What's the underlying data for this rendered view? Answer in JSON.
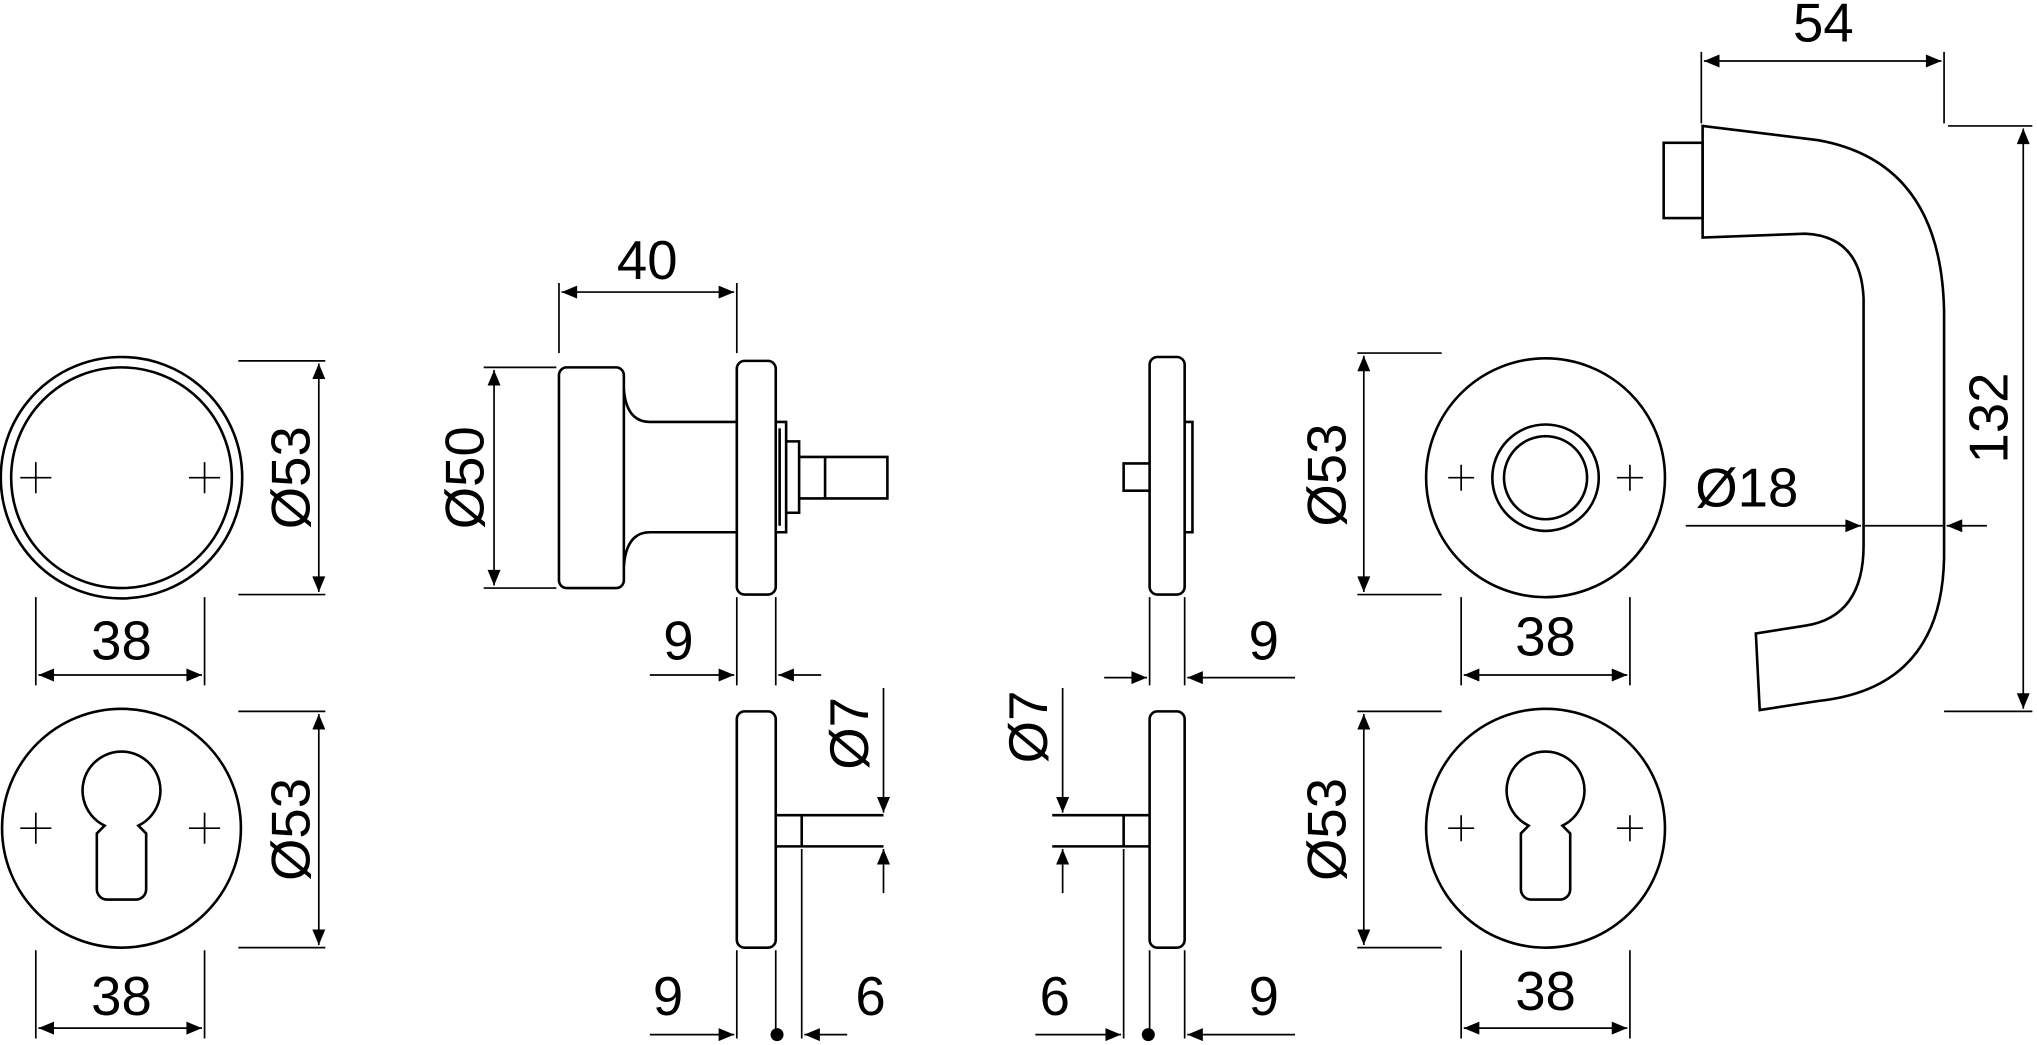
{
  "drawing": {
    "rosette_round_top": {
      "diameter": "Ø53",
      "width": "38"
    },
    "rosette_cylinder_left": {
      "diameter": "Ø53",
      "width": "38"
    },
    "knob_side": {
      "length": "40",
      "diameter": "Ø50",
      "plate_thickness": "9"
    },
    "spindle_left": {
      "diameter": "Ø7",
      "plate_thickness": "9",
      "offset": "6"
    },
    "plate_side_right": {
      "plate_thickness": "9"
    },
    "spindle_right": {
      "diameter": "Ø7",
      "offset": "6",
      "plate_thickness": "9"
    },
    "rosette_knob_right": {
      "diameter": "Ø53",
      "width": "38"
    },
    "rosette_cylinder_right": {
      "diameter": "Ø53",
      "width": "38"
    },
    "lever": {
      "projection": "54",
      "length": "132",
      "grip_diameter": "Ø18"
    }
  }
}
